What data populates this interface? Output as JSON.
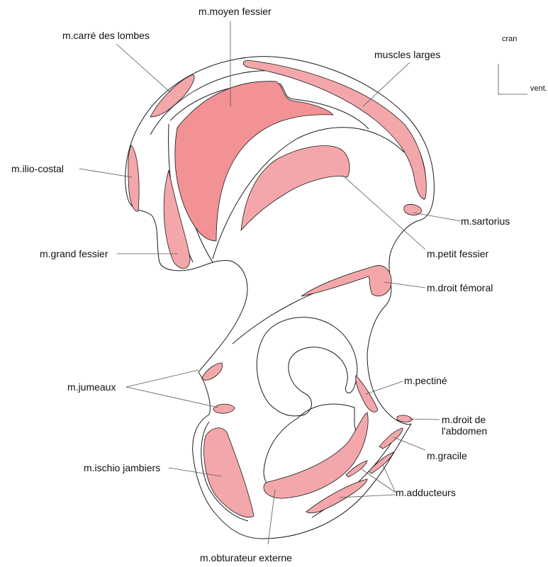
{
  "colors": {
    "muscle_light": "#f4a7aa",
    "muscle_dark": "#f29295",
    "outline": "#1a1a1a"
  },
  "orientation": {
    "cran": "cran",
    "vent": "vent."
  },
  "labels": {
    "moyen_fessier": "m.moyen fessier",
    "carre_lombes": "m.carré des lombes",
    "muscles_larges": "muscles larges",
    "ilio_costal": "m.ilio-costal",
    "sartorius": "m.sartorius",
    "grand_fessier": "m.grand fessier",
    "petit_fessier": "m.petit fessier",
    "droit_femoral": "m.droit fémoral",
    "pectine": "m.pectiné",
    "jumeaux": "m.jumeaux",
    "droit_abdomen_1": "m.droit de",
    "droit_abdomen_2": "l'abdomen",
    "gracile": "m.gracile",
    "ischio_jambiers": "m.ischio jambiers",
    "adducteurs": "m.adducteurs",
    "obturateur_externe": "m.obturateur externe"
  }
}
